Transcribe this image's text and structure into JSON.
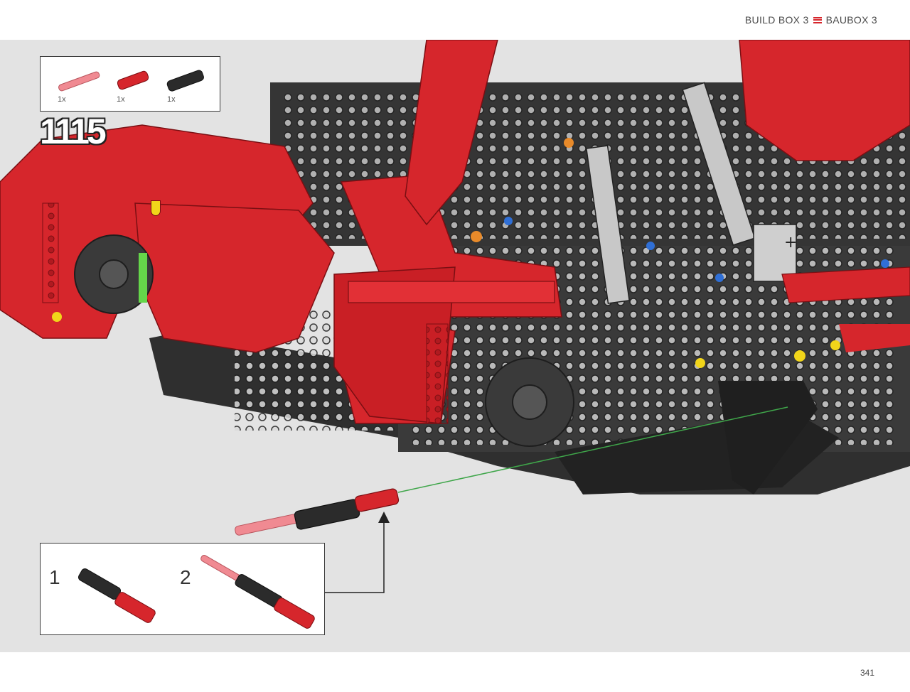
{
  "header": {
    "build_box_en": "BUILD BOX 3",
    "build_box_de": "BAUBOX 3",
    "separator_icon": "triple-line-icon",
    "accent_color": "#d6262c"
  },
  "step": {
    "number": "1115",
    "parts": [
      {
        "name": "pink-axle",
        "qty": "1x",
        "color": "#f08a92"
      },
      {
        "name": "red-pin-connector",
        "qty": "1x",
        "color": "#d6262c"
      },
      {
        "name": "black-axle-connector",
        "qty": "1x",
        "color": "#2b2b2b"
      }
    ]
  },
  "substeps": [
    {
      "label": "1"
    },
    {
      "label": "2"
    }
  ],
  "footer": {
    "page_number": "341"
  },
  "colors": {
    "background": "#e3e3e3",
    "model_red": "#d6262c",
    "model_dark": "#2f2f2f",
    "guide_line": "#3fa64a"
  }
}
